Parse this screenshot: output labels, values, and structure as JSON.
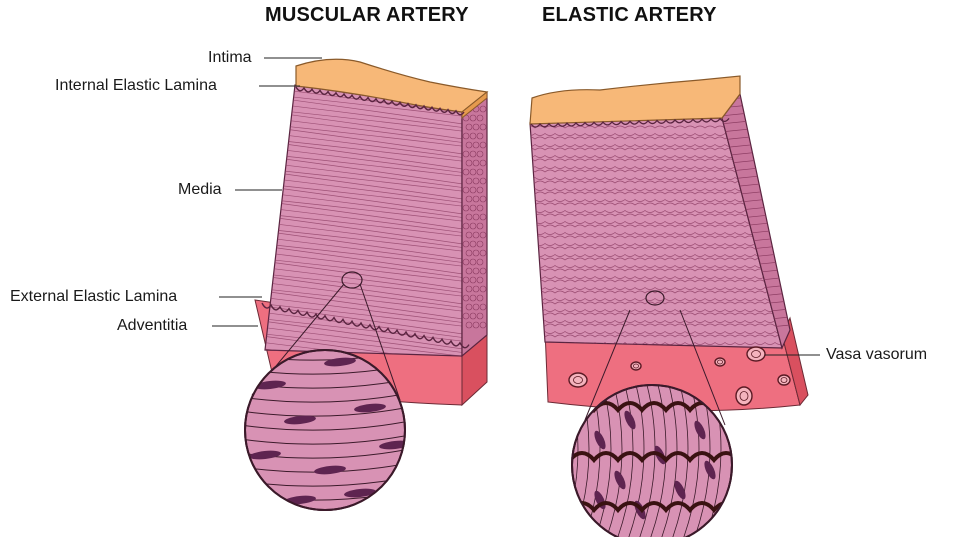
{
  "titles": {
    "muscular": "MUSCULAR ARTERY",
    "elastic": "ELASTIC ARTERY"
  },
  "labels": {
    "intima": "Intima",
    "internal_elastic_lamina": "Internal Elastic Lamina",
    "media": "Media",
    "external_elastic_lamina": "External Elastic Lamina",
    "adventitia": "Adventitia",
    "vasa_vasorum": "Vasa vasorum"
  },
  "colors": {
    "intima": "#f7b878",
    "intima_dark": "#e59a4e",
    "media": "#d892b4",
    "media_line": "#8a3a60",
    "media_side": "#c8769c",
    "adventitia": "#ee6f80",
    "adventitia_side": "#d9505f",
    "nucleus": "#5e2450",
    "elastic_band": "#3a1212"
  }
}
